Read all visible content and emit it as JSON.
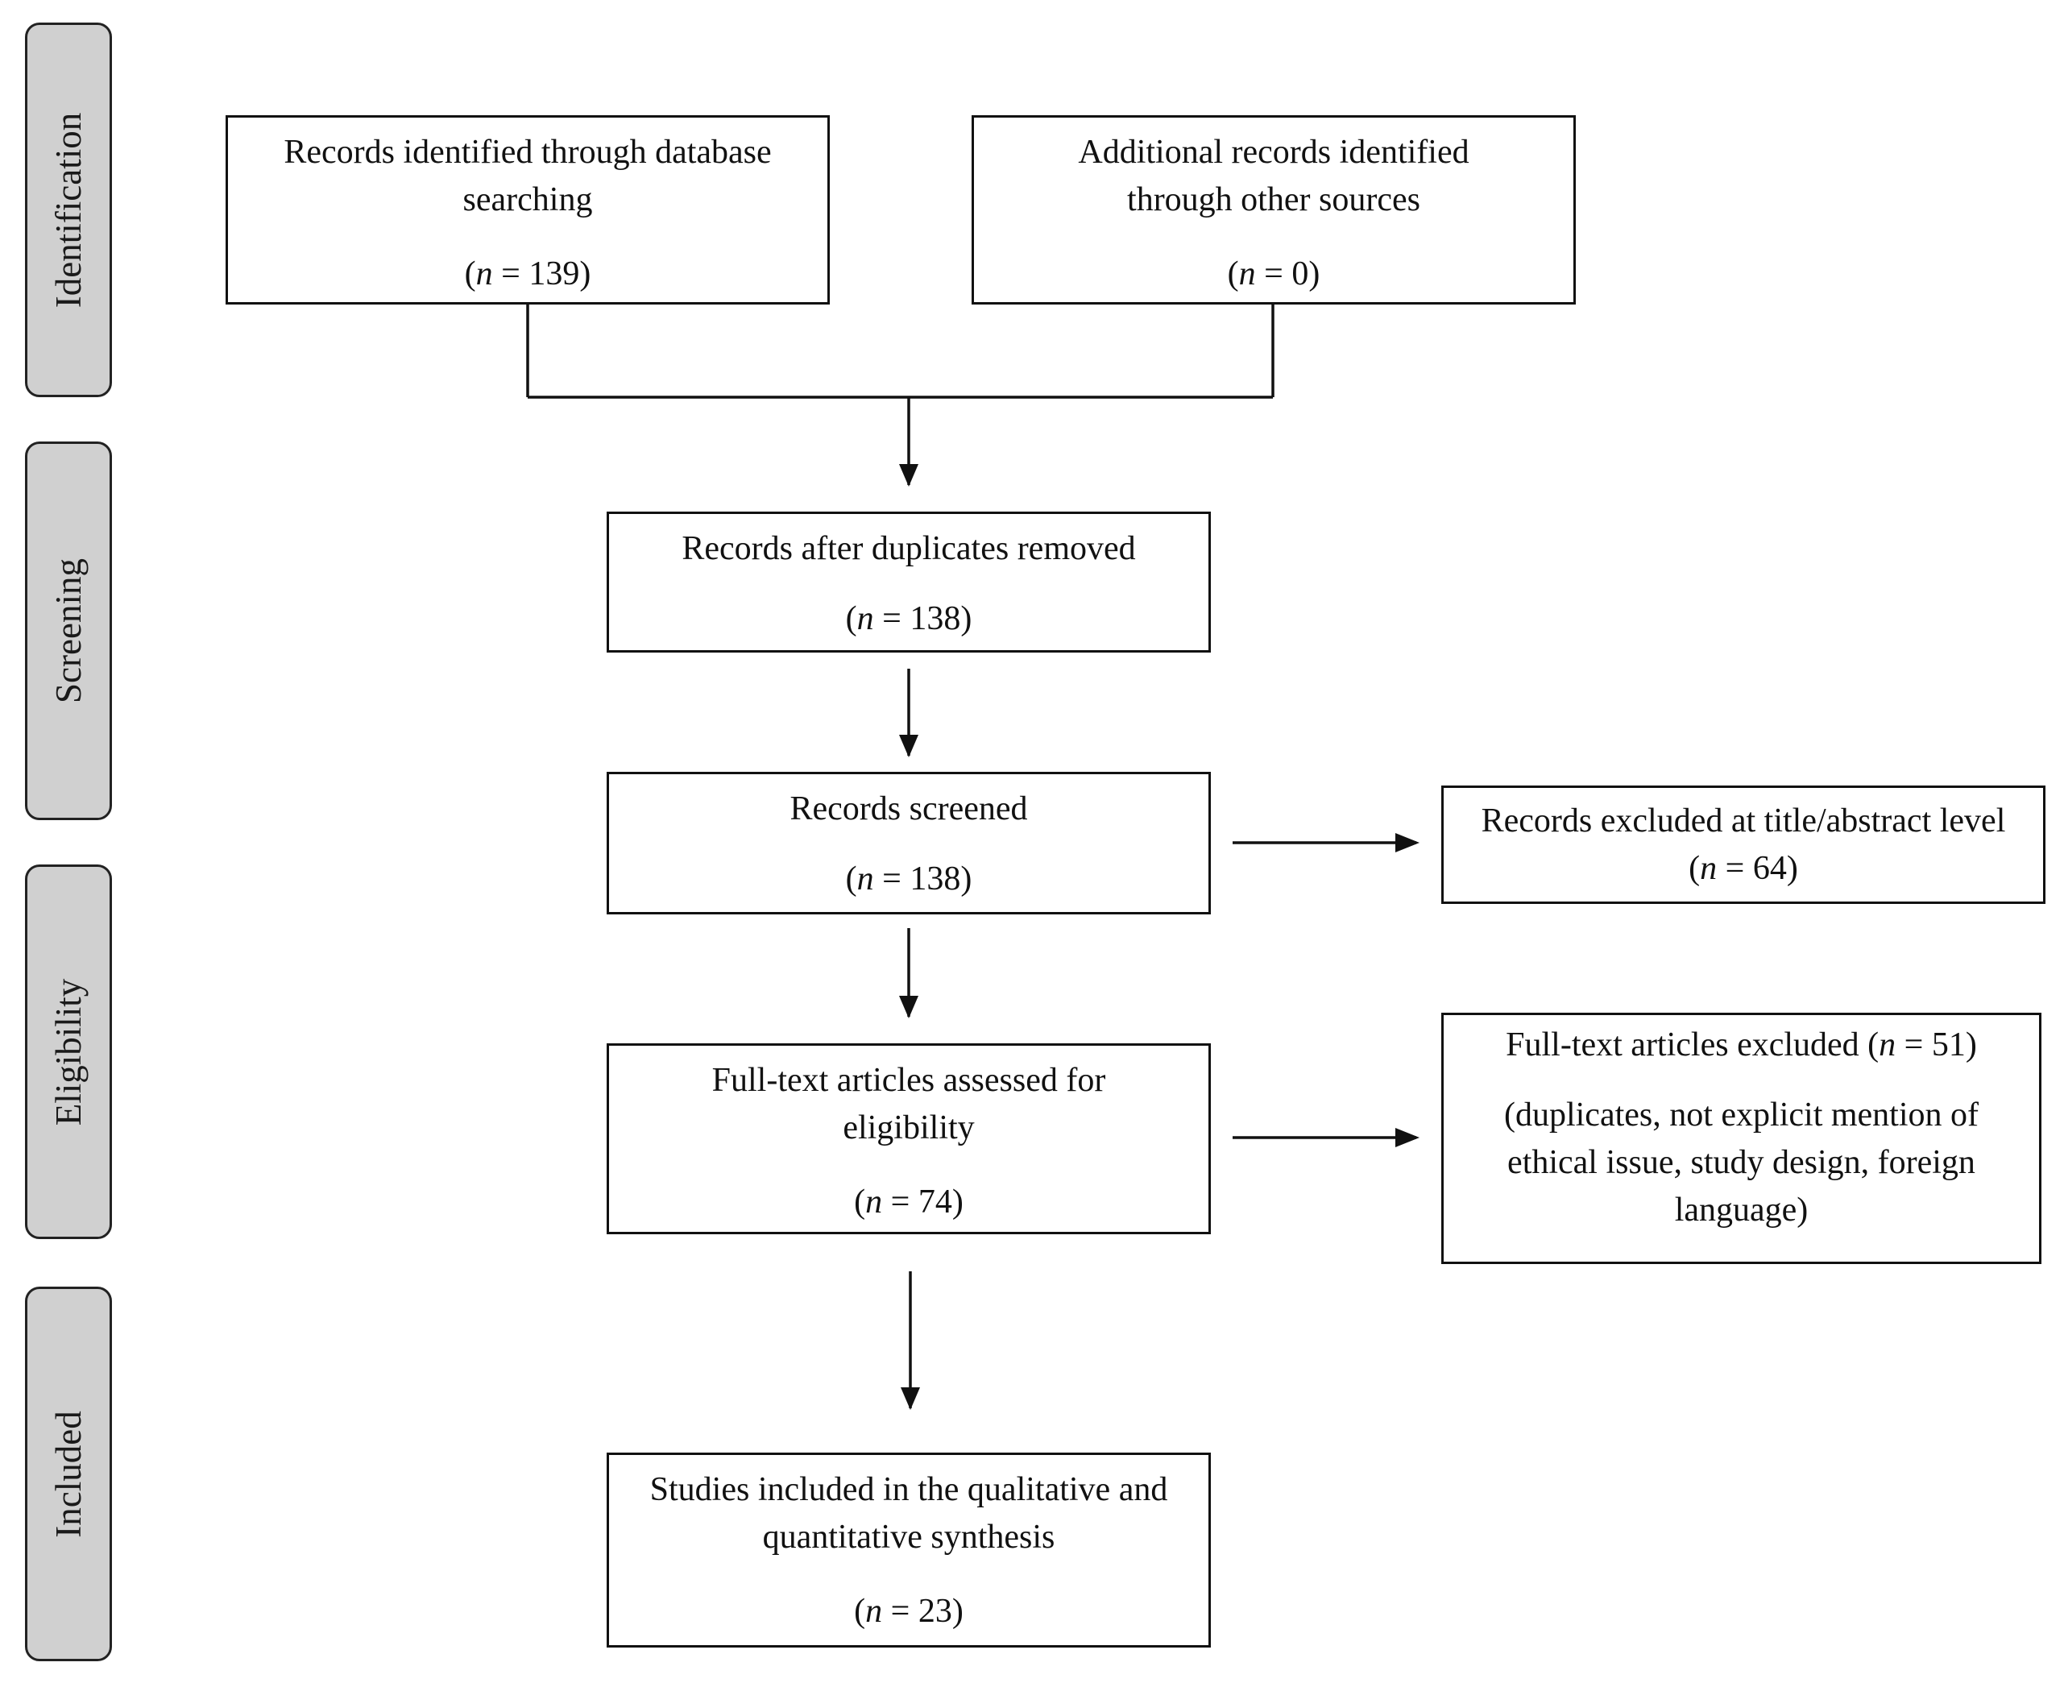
{
  "stages": {
    "identification": "Identification",
    "screening": "Screening",
    "eligibility": "Eligibility",
    "included": "Included"
  },
  "boxes": {
    "database_search": {
      "title": "Records identified through database searching",
      "n_label": "n",
      "n_value": " = 139)"
    },
    "other_sources": {
      "title": "Additional records identified through other sources",
      "n_label": "n",
      "n_value": " = 0)"
    },
    "duplicates_removed": {
      "title": "Records after duplicates removed",
      "n_label": "n",
      "n_value": " = 138)"
    },
    "screened": {
      "title": "Records screened",
      "n_label": "n",
      "n_value": " = 138)"
    },
    "excluded_title_abstract": {
      "title": "Records excluded at title/abstract level (",
      "n_label": "n",
      "n_value": " = 64)"
    },
    "fulltext_assessed": {
      "title": "Full-text articles assessed  for eligibility",
      "n_label": "n",
      "n_value": " = 74)"
    },
    "fulltext_excluded": {
      "title": "Full-text articles excluded (",
      "n_label": "n",
      "n_value": " = 51)",
      "reasons": "(duplicates, not explicit mention of ethical issue, study design, foreign language)"
    },
    "included": {
      "title": "Studies included in the qualitative and quantitative synthesis",
      "n_label": "n",
      "n_value": " = 23)"
    }
  },
  "colors": {
    "stage_fill": "#d0d0d0",
    "stroke": "#111111"
  }
}
